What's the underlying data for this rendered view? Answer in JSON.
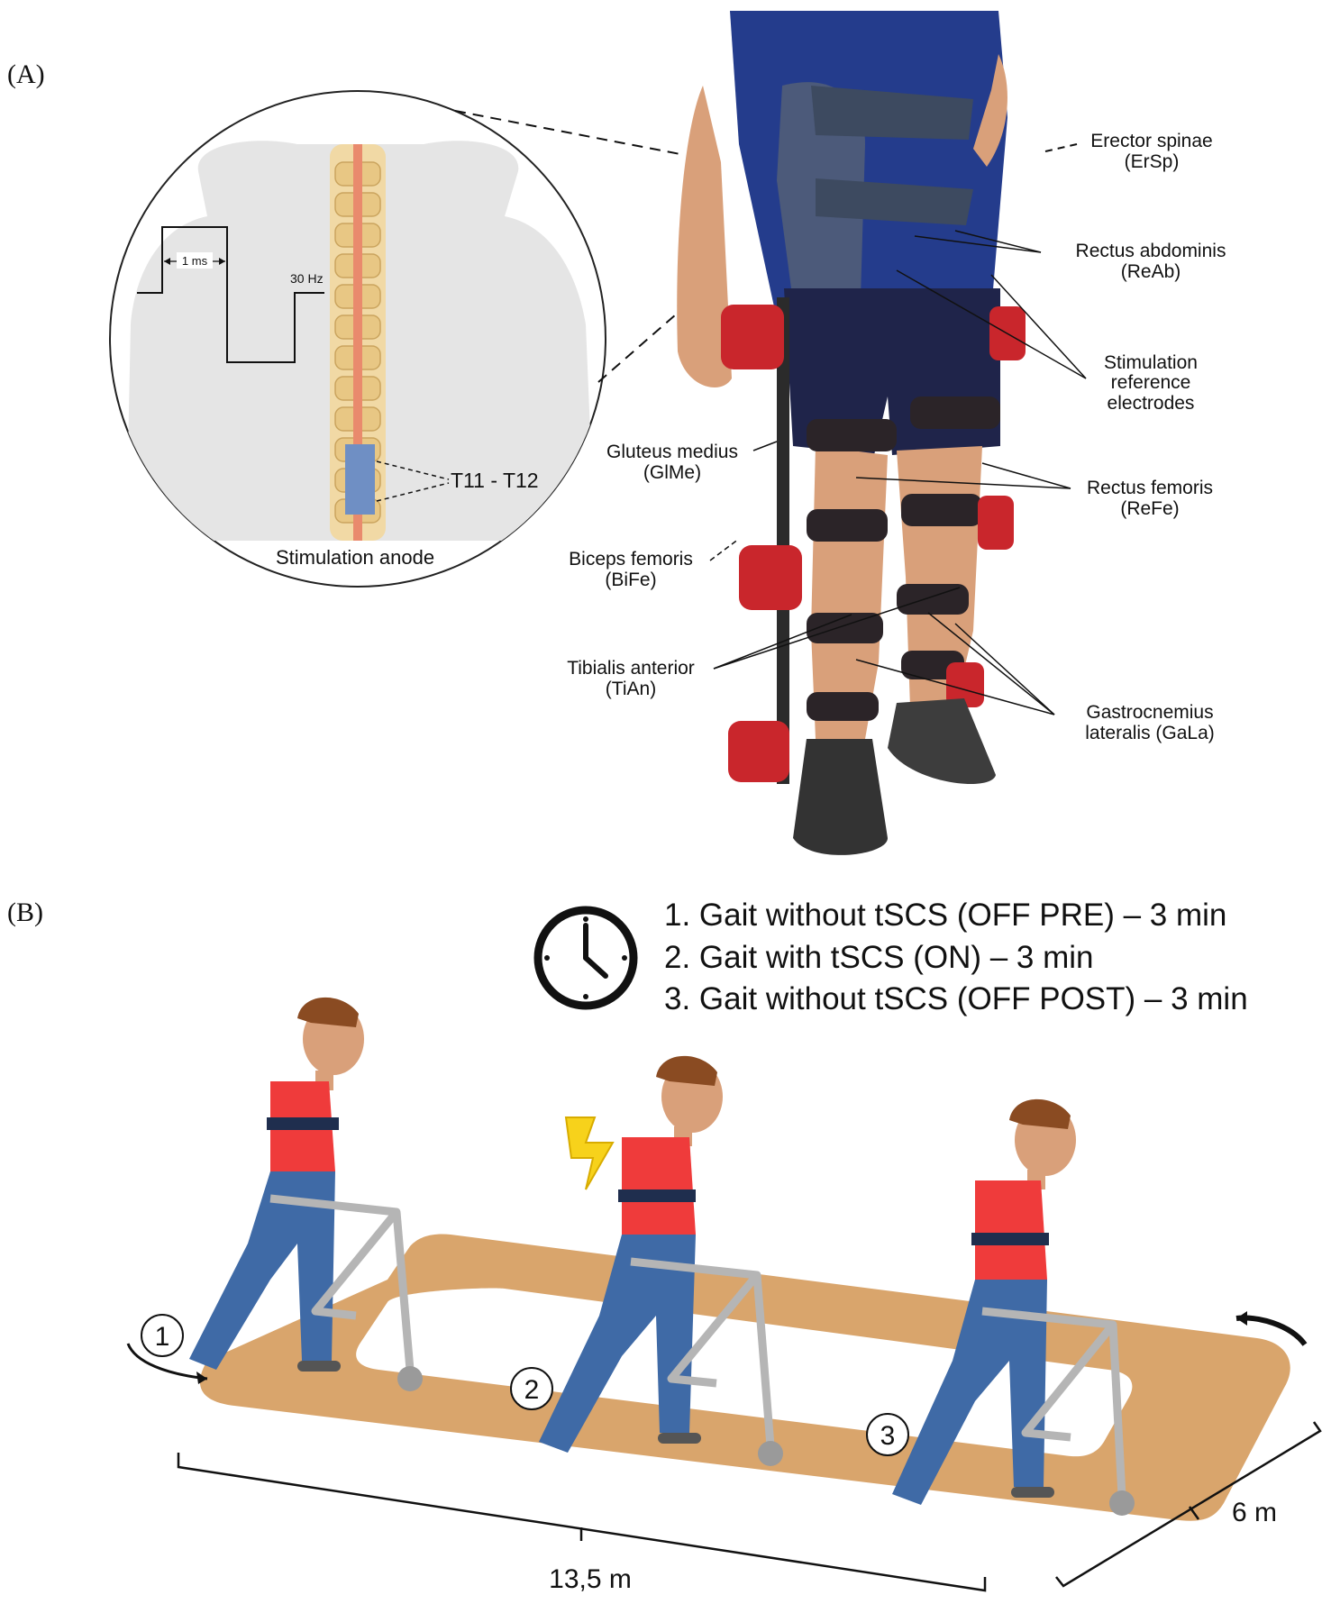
{
  "panels": {
    "a": "(A)",
    "b": "(B)"
  },
  "inset": {
    "pulse_width": "1 ms",
    "frequency": "30 Hz",
    "vertebrae": "T11 - T12",
    "anode_label": "Stimulation anode"
  },
  "muscles": {
    "ersp": {
      "name": "Erector spinae",
      "abbr": "(ErSp)"
    },
    "reab": {
      "name": "Rectus abdominis",
      "abbr": "(ReAb)"
    },
    "stim_ref": {
      "line1": "Stimulation",
      "line2": "reference",
      "line3": "electrodes"
    },
    "glme": {
      "name": "Gluteus medius",
      "abbr": "(GlMe)"
    },
    "refe": {
      "name": "Rectus femoris",
      "abbr": "(ReFe)"
    },
    "bife": {
      "name": "Biceps femoris",
      "abbr": "(BiFe)"
    },
    "tian": {
      "name": "Tibialis anterior",
      "abbr": "(TiAn)"
    },
    "gala": {
      "line1": "Gastrocnemius",
      "line2": "lateralis (GaLa)"
    }
  },
  "protocol": {
    "steps": [
      "1. Gait without tSCS (OFF PRE) – 3 min",
      "2. Gait with tSCS (ON) – 3 min",
      "3. Gait without tSCS (OFF POST) – 3 min"
    ]
  },
  "walkers": {
    "m1": "1",
    "m2": "2",
    "m3": "3"
  },
  "track": {
    "length": "13,5 m",
    "width": "6 m"
  },
  "colors": {
    "shirt": "#ef3b3b",
    "pants": "#3f6aa6",
    "vest": "#1f2e4e",
    "skin": "#d9a07a",
    "wood": "#d9a56c",
    "orthosis_red": "#c9262c",
    "stim_bolt": "#f7d21b",
    "electrode_pad": "#6f8fc4"
  }
}
